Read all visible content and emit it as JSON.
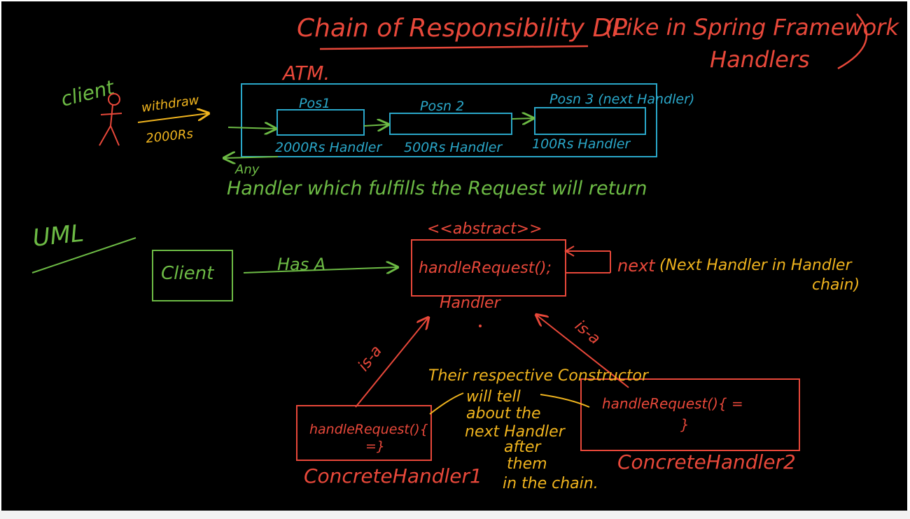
{
  "colors": {
    "background": "#000000",
    "red": "#e8483a",
    "green": "#6dbb45",
    "blue": "#2aa7c9",
    "yellow": "#f0b41e"
  },
  "title": {
    "main": "Chain of Responsibility DP",
    "aside_line1": "(Like in Spring Framework",
    "aside_line2": "Handlers"
  },
  "atm": {
    "label": "ATM.",
    "client_label": "client",
    "withdraw_label": "withdraw",
    "amount_label": "2000Rs",
    "positions": [
      {
        "label": "Pos1",
        "handler": "2000Rs Handler"
      },
      {
        "label": "Posn 2",
        "handler": "500Rs Handler"
      },
      {
        "label": "Posn 3 (next Handler)",
        "handler": "100Rs Handler"
      }
    ],
    "return_note_word": "Any",
    "return_note": "Handler which fulfills the Request will return"
  },
  "uml": {
    "label": "UML",
    "client_box": "Client",
    "has_a": "Has A",
    "abstract_tag": "<<abstract>>",
    "method": "handleRequest();",
    "handler_label": "Handler",
    "next_label": "next",
    "next_note_line1": "(Next Handler in Handler",
    "next_note_line2": "chain)",
    "is_a_left": "is-a",
    "is_a_right": "is-a",
    "concrete1_method_line1": "handleRequest(){",
    "concrete1_method_line2": "=}",
    "concrete1_name": "ConcreteHandler1",
    "concrete2_method_line1": "handleRequest(){ =",
    "concrete2_method_line2": "}",
    "concrete2_name": "ConcreteHandler2",
    "note_lines": [
      "Their respective Constructor",
      "will tell",
      "about the",
      "next Handler",
      "after",
      "them",
      "in the chain."
    ]
  }
}
